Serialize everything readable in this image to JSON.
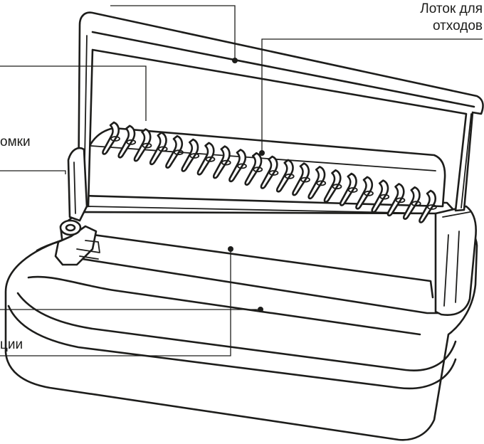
{
  "labels": {
    "waste_tray_line1": "Лоток для",
    "waste_tray_line2": "отходов",
    "partial_left_1": "омки",
    "partial_left_2": "ции"
  },
  "colors": {
    "ink": "#1d1d1b",
    "background": "#ffffff"
  }
}
